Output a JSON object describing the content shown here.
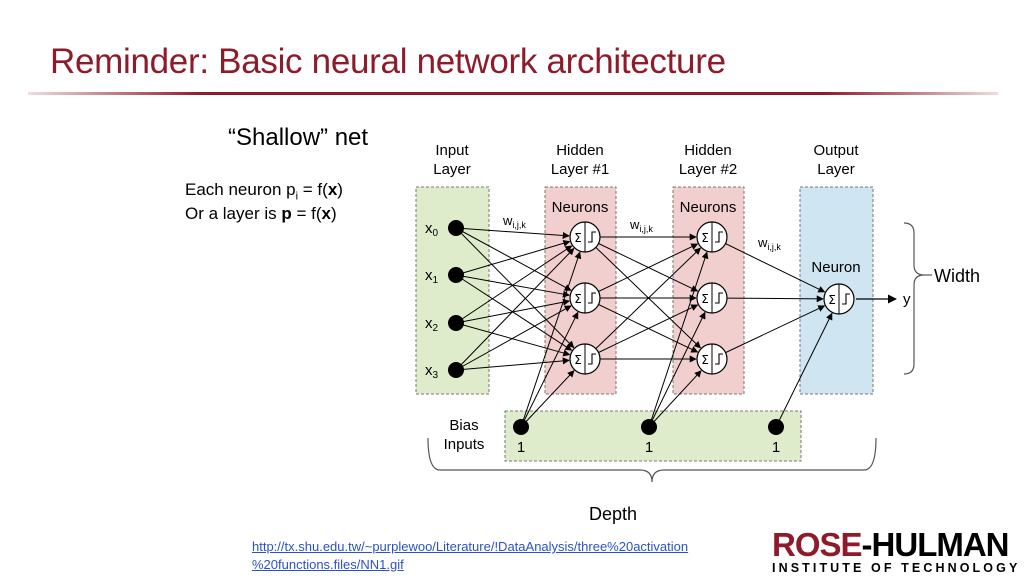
{
  "slide": {
    "title": "Reminder: Basic neural network architecture",
    "subtitle": "“Shallow” net",
    "formula_line1": {
      "prefix": "Each neuron p",
      "sub": "i",
      "mid": " = f(",
      "bold": "x",
      "suffix": ")"
    },
    "formula_line2": {
      "prefix": "Or a layer is ",
      "bold1": "p",
      "mid": " = f(",
      "bold2": "x",
      "suffix": ")"
    }
  },
  "diagram": {
    "headers": {
      "input": [
        "Input",
        "Layer"
      ],
      "hidden1": [
        "Hidden",
        "Layer #1"
      ],
      "hidden2": [
        "Hidden",
        "Layer #2"
      ],
      "output": [
        "Output",
        "Layer"
      ]
    },
    "neurons_label": "Neurons",
    "neuron_label": "Neuron",
    "inputs": [
      {
        "name": "x",
        "sub": "0"
      },
      {
        "name": "x",
        "sub": "1"
      },
      {
        "name": "x",
        "sub": "2"
      },
      {
        "name": "x",
        "sub": "3"
      }
    ],
    "weight": {
      "name": "w",
      "sub": "i,j,k"
    },
    "output_label": "y",
    "bias_label": [
      "Bias",
      "Inputs"
    ],
    "bias_values": [
      "1",
      "1",
      "1"
    ],
    "sum_symbol": "Σ",
    "width_label": "Width",
    "depth_label": "Depth",
    "colors": {
      "input_band": "#dfeccb",
      "hidden_band": "#f2cfcf",
      "output_band": "#cfe6f2",
      "bias_band": "#dfeccb"
    }
  },
  "source": {
    "line1": "http://tx.shu.edu.tw/~purplewoo/Literature/!DataAnalysis/three%20activation",
    "line2": "%20functions.files/NN1.gif"
  },
  "logo": {
    "rose": "ROSE",
    "hulman": "HULMAN",
    "sub": "INSTITUTE OF TECHNOLOGY"
  }
}
